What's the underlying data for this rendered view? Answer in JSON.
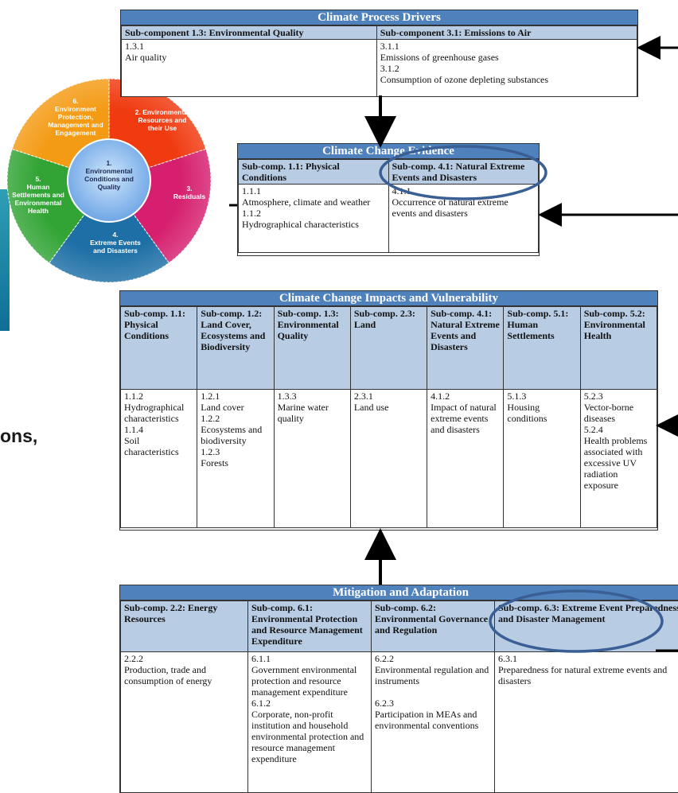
{
  "wheel": {
    "segments": [
      {
        "label": "6.\nEnvironment\nProtection,\nManagement and\nEngagement",
        "color": "#f49b15"
      },
      {
        "label": "2.  Environmental\nResources and\ntheir Use",
        "color": "#f03a10"
      },
      {
        "label": "3.\nResiduals",
        "color": "#d61f6e"
      },
      {
        "label": "4.\nExtreme Events\nand Disasters",
        "color": "#1d6fa6"
      },
      {
        "label": "5.\nHuman\nSettlements and\nEnvironmental\nHealth",
        "color": "#32a435"
      }
    ],
    "center": "1.\nEnvironmental\nConditions and\nQuality"
  },
  "left_fragment_text": "ons,",
  "drivers": {
    "title": "Climate Process Drivers",
    "columns": [
      {
        "header": "Sub-component 1.3: Environmental Quality",
        "body": "1.3.1\nAir quality"
      },
      {
        "header": "Sub-component 3.1: Emissions to Air",
        "body": "3.1.1\nEmissions of greenhouse gases\n3.1.2\nConsumption of ozone depleting substances"
      }
    ]
  },
  "evidence": {
    "title": "Climate Change Evidence",
    "columns": [
      {
        "header": "Sub-comp. 1.1: Physical Conditions",
        "body": "1.1.1\nAtmosphere, climate and weather\n1.1.2\nHydrographical characteristics"
      },
      {
        "header": "Sub-comp. 4.1: Natural Extreme Events and Disasters",
        "body": "4.1.1\nOccurrence of natural extreme events and disasters"
      }
    ]
  },
  "impacts": {
    "title": "Climate Change Impacts and Vulnerability",
    "columns": [
      {
        "header": "Sub-comp. 1.1: Physical Conditions",
        "body": "1.1.2\nHydrographical characteristics\n1.1.4\nSoil characteristics"
      },
      {
        "header": "Sub-comp. 1.2: Land Cover, Ecosystems and Biodiversity",
        "body": "1.2.1\nLand cover\n1.2.2\nEcosystems and biodiversity\n1.2.3\nForests"
      },
      {
        "header": "Sub-comp. 1.3: Environmental Quality",
        "body": "1.3.3\nMarine water quality"
      },
      {
        "header": "Sub-comp. 2.3: Land",
        "body": "2.3.1\nLand use"
      },
      {
        "header": "Sub-comp. 4.1: Natural Extreme Events and Disasters",
        "body": "4.1.2\nImpact of natural extreme events and disasters"
      },
      {
        "header": "Sub-comp. 5.1: Human Settlements",
        "body": "5.1.3\nHousing conditions"
      },
      {
        "header": "Sub-comp. 5.2: Environmental Health",
        "body": "5.2.3\nVector-borne diseases\n5.2.4\nHealth problems associated with excessive UV radiation exposure"
      }
    ]
  },
  "mitigation": {
    "title": "Mitigation and Adaptation",
    "columns": [
      {
        "header": "Sub-comp. 2.2: Energy Resources",
        "body": "2.2.2\nProduction, trade and consumption of energy"
      },
      {
        "header": "Sub-comp. 6.1: Environmental Protection and Resource Management Expenditure",
        "body": "6.1.1\nGovernment environmental protection and resource management expenditure\n6.1.2\nCorporate, non-profit institution and household environmental protection and resource management expenditure"
      },
      {
        "header": "Sub-comp. 6.2: Environmental Governance and Regulation",
        "body": "6.2.2\nEnvironmental regulation and instruments\n\n6.2.3\nParticipation in MEAs and environmental conventions"
      },
      {
        "header": "Sub-comp. 6.3: Extreme Event Preparedness and Disaster Management",
        "body": "6.3.1\nPreparedness for natural extreme events and disasters"
      }
    ]
  },
  "colors": {
    "header_bar": "#4f81bd",
    "subheader": "#b8cce4",
    "highlight_ellipse": "#3a5f95",
    "arrow": "#000000"
  }
}
